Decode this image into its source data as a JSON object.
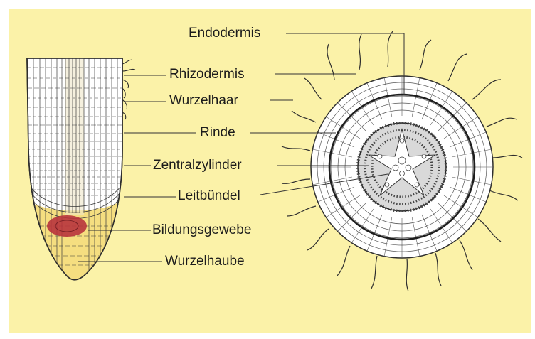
{
  "labels": {
    "endodermis": "Endodermis",
    "rhizodermis": "Rhizodermis",
    "wurzelhaar": "Wurzelhaar",
    "rinde": "Rinde",
    "zentralzylinder": "Zentralzylinder",
    "leitbuendel": "Leitbündel",
    "bildungsgewebe": "Bildungsgewebe",
    "wurzelhaube": "Wurzelhaube"
  },
  "colors": {
    "background": "#fbf2a8",
    "root_cap": "#f3d86a",
    "meristem": "#b8343c",
    "cell_lines": "#3a3a3a",
    "leader_lines": "#333333"
  }
}
